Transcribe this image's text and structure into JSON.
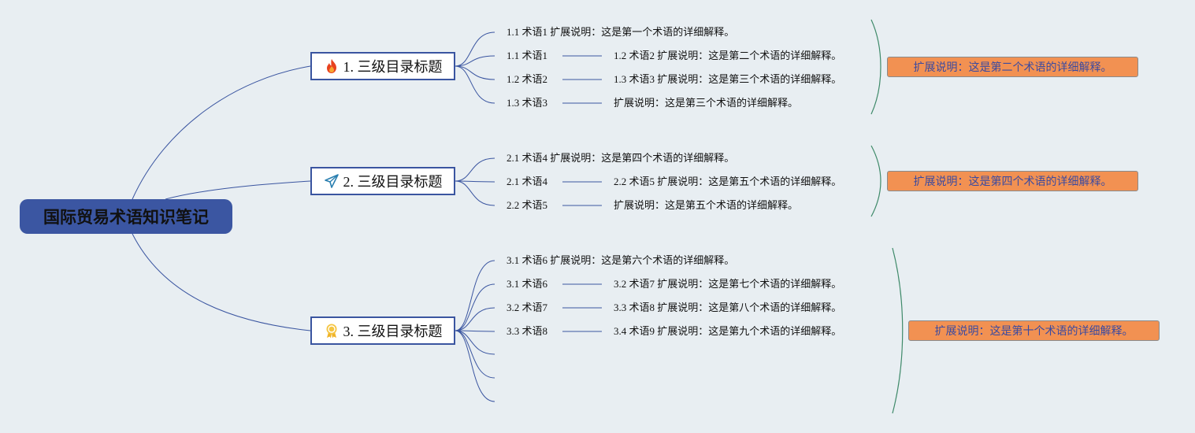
{
  "root": {
    "title": "国际贸易术语知识笔记"
  },
  "branches": [
    {
      "label": "1. 三级目录标题",
      "icon": "fire-icon",
      "items": [
        "1.1 术语1 扩展说明：这是第一个术语的详细解释。",
        "1.1 术语1",
        "1.2 术语2",
        "1.3 术语3"
      ],
      "details": [
        "1.2 术语2 扩展说明：这是第二个术语的详细解释。",
        "1.3 术语3 扩展说明：这是第三个术语的详细解释。",
        "扩展说明：这是第三个术语的详细解释。"
      ],
      "note": "扩展说明：这是第二个术语的详细解释。"
    },
    {
      "label": "2. 三级目录标题",
      "icon": "paper-plane-icon",
      "items": [
        "2.1 术语4 扩展说明：这是第四个术语的详细解释。",
        "2.1 术语4",
        "2.2 术语5"
      ],
      "details": [
        "2.2 术语5 扩展说明：这是第五个术语的详细解释。",
        "扩展说明：这是第五个术语的详细解释。"
      ],
      "note": "扩展说明：这是第四个术语的详细解释。"
    },
    {
      "label": "3. 三级目录标题",
      "icon": "award-ribbon-icon",
      "items": [
        "3.1 术语6 扩展说明：这是第六个术语的详细解释。",
        "3.1 术语6",
        "3.2 术语7",
        "3.3 术语8"
      ],
      "details": [
        "3.2 术语7 扩展说明：这是第七个术语的详细解释。",
        "3.3 术语8 扩展说明：这是第八个术语的详细解释。",
        "3.4 术语9 扩展说明：这是第九个术语的详细解释。"
      ],
      "note": "扩展说明：这是第十个术语的详细解释。"
    }
  ],
  "colors": {
    "background": "#e8eef2",
    "root_fill": "#3b56a2",
    "branch_border": "#3a55a0",
    "connector": "#3a55a0",
    "bracket": "#3f8a6a",
    "note_fill": "#f29152",
    "note_text": "#3b4aa0"
  }
}
